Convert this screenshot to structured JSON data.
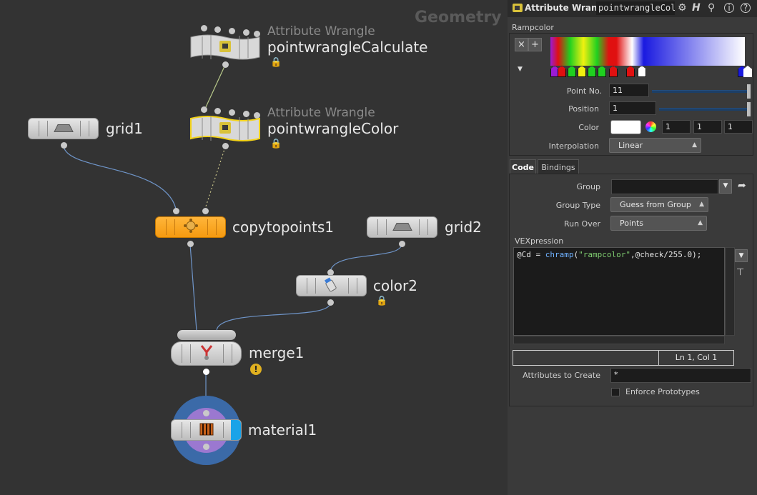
{
  "network": {
    "context_title": "Geometry",
    "nodes": [
      {
        "id": "pointwrangleCalculate",
        "type": "Attribute Wrangle",
        "name": "pointwrangleCalculate"
      },
      {
        "id": "pointwrangleColor",
        "type": "Attribute Wrangle",
        "name": "pointwrangleColor"
      },
      {
        "id": "grid1",
        "name": "grid1"
      },
      {
        "id": "copytopoints1",
        "name": "copytopoints1"
      },
      {
        "id": "grid2",
        "name": "grid2"
      },
      {
        "id": "color2",
        "name": "color2"
      },
      {
        "id": "merge1",
        "name": "merge1"
      },
      {
        "id": "material1",
        "name": "material1"
      }
    ],
    "warning_icon": "warning-icon",
    "lock_icon": "lock-icon"
  },
  "panel": {
    "header": {
      "node_type": "Attribute Wrangle",
      "node_name": "pointwrangleColor",
      "icons": [
        "gear-icon",
        "houdini-h-icon",
        "search-icon",
        "info-icon",
        "help-icon"
      ]
    },
    "ramp": {
      "label": "Rampcolor",
      "remove_button": "×",
      "add_button": "+",
      "point_no_label": "Point No.",
      "point_no_value": "11",
      "position_label": "Position",
      "position_value": "1",
      "color_label": "Color",
      "color_values": [
        "1",
        "1",
        "1"
      ],
      "interpolation_label": "Interpolation",
      "interpolation_value": "Linear",
      "key_colors": [
        "#9b1bd6",
        "#e01010",
        "#20d020",
        "#f0f010",
        "#20d020",
        "#20d020",
        "#e01010",
        "#e01010",
        "#ffffff",
        "#1a1ae0",
        "#ffffff"
      ]
    },
    "tabs": [
      "Code",
      "Bindings"
    ],
    "active_tab": "Code",
    "group_label": "Group",
    "group_value": "",
    "group_type_label": "Group Type",
    "group_type_value": "Guess from Group",
    "run_over_label": "Run Over",
    "run_over_value": "Points",
    "vexpression_label": "VEXpression",
    "code": {
      "var": "@Cd = ",
      "fn": "chramp",
      "open": "(",
      "str": "\"rampcolor\"",
      "rest": ",@check/255.0);"
    },
    "cursor_status": "Ln 1, Col 1",
    "attributes_to_create_label": "Attributes to Create",
    "attributes_to_create_value": "*",
    "enforce_prototypes_label": "Enforce Prototypes",
    "enforce_prototypes_checked": false
  }
}
